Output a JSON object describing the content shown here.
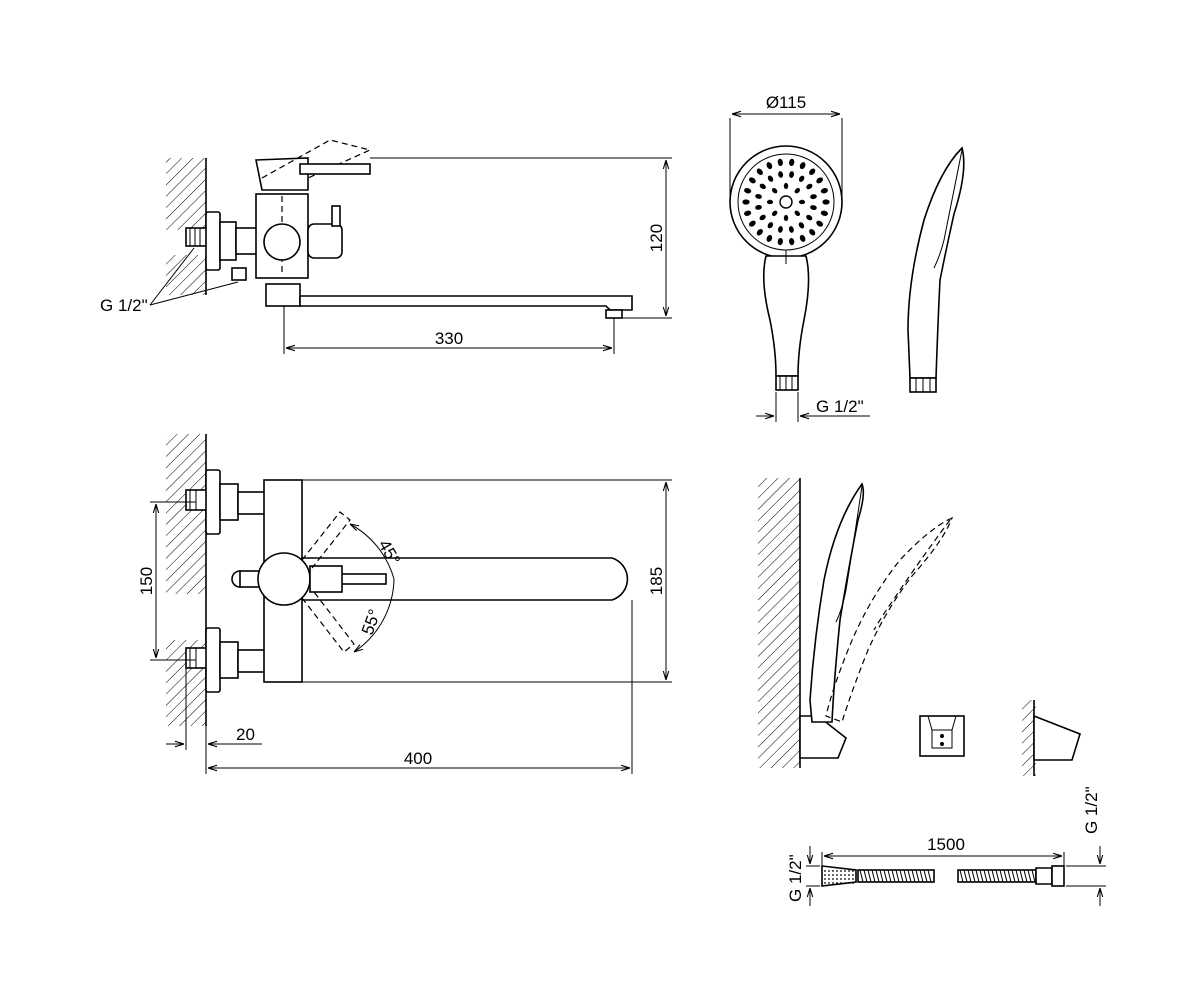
{
  "dimensions": {
    "spout_length": "330",
    "mixer_height": "120",
    "inlet_thread": "G 1/2\"",
    "head_diameter": "Ø115",
    "handshower_thread": "G 1/2\"",
    "inlet_spacing": "150",
    "total_depth": "185",
    "lever_angle_up": "45°",
    "lever_angle_down": "55°",
    "wall_offset": "20",
    "overall_length": "400",
    "hose_length": "1500",
    "hose_thread_left": "G 1/2\"",
    "hose_thread_right": "G 1/2\""
  }
}
